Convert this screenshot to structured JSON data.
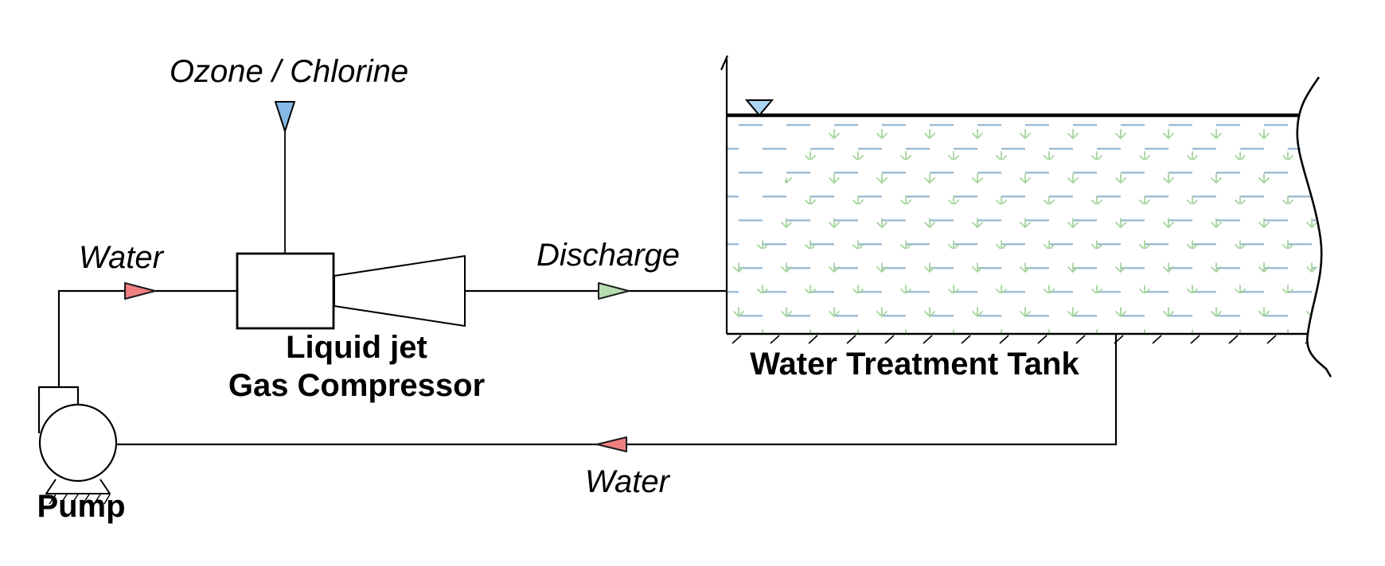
{
  "diagram": {
    "labels": {
      "ozone_chlorine": "Ozone / Chlorine",
      "water_inlet": "Water",
      "discharge": "Discharge",
      "compressor_line1": "Liquid jet",
      "compressor_line2": "Gas Compressor",
      "tank": "Water Treatment Tank",
      "water_return": "Water",
      "pump": "Pump"
    },
    "colors": {
      "line": "#000000",
      "water_arrow_fill": "#f08080",
      "discharge_arrow_fill": "#b7dcb2",
      "ozone_marker_fill": "#86b9e6",
      "level_marker_fill": "#aad6f2",
      "water_dash": "#9dbbd4",
      "algae": "#a6d49e",
      "background": "#ffffff"
    }
  }
}
